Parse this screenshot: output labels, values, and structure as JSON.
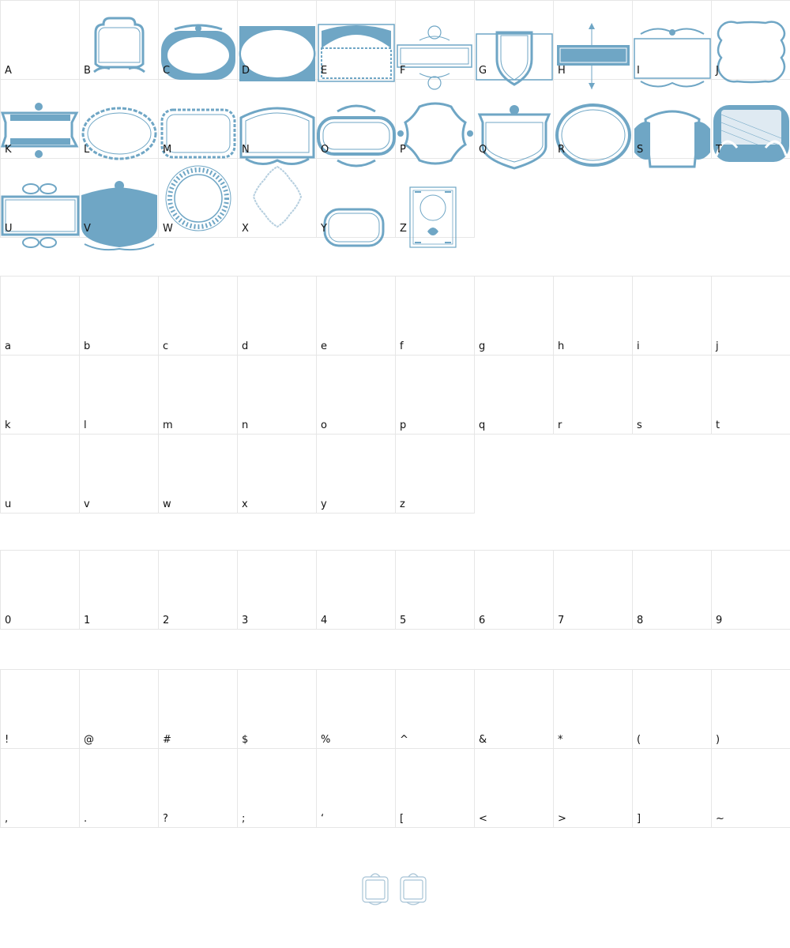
{
  "accent_color": "#6fa6c5",
  "grid_line_color": "#e6e6e6",
  "uppercase": [
    {
      "label": "A",
      "icon": "empty"
    },
    {
      "label": "B",
      "icon": "arched-panel-frame-icon"
    },
    {
      "label": "C",
      "icon": "ornate-oval-frame-icon"
    },
    {
      "label": "D",
      "icon": "oval-in-rectangle-frame-icon"
    },
    {
      "label": "E",
      "icon": "arched-ribbon-frame-icon"
    },
    {
      "label": "F",
      "icon": "wheel-crest-banner-frame-icon"
    },
    {
      "label": "G",
      "icon": "shield-frame-icon"
    },
    {
      "label": "H",
      "icon": "compass-banner-frame-icon"
    },
    {
      "label": "I",
      "icon": "scroll-top-bottom-frame-icon"
    },
    {
      "label": "J",
      "icon": "cloud-outline-frame-icon"
    },
    {
      "label": "K",
      "icon": "ornate-label-frame-icon"
    },
    {
      "label": "L",
      "icon": "filigree-oval-frame-icon"
    },
    {
      "label": "M",
      "icon": "filigree-rectangle-frame-icon"
    },
    {
      "label": "N",
      "icon": "arched-plaque-frame-icon"
    },
    {
      "label": "O",
      "icon": "rounded-ornate-frame-icon"
    },
    {
      "label": "P",
      "icon": "scalloped-frame-icon"
    },
    {
      "label": "Q",
      "icon": "crest-shield-frame-icon"
    },
    {
      "label": "R",
      "icon": "round-oval-frame-icon"
    },
    {
      "label": "S",
      "icon": "ribbon-swirl-frame-icon"
    },
    {
      "label": "T",
      "icon": "hatched-scroll-frame-icon"
    },
    {
      "label": "U",
      "icon": "swirl-banner-frame-icon"
    },
    {
      "label": "V",
      "icon": "solid-crest-frame-icon"
    },
    {
      "label": "W",
      "icon": "beaded-circle-frame-icon"
    },
    {
      "label": "X",
      "icon": "lacy-diamond-frame-icon"
    },
    {
      "label": "Y",
      "icon": "double-rounded-frame-icon"
    },
    {
      "label": "Z",
      "icon": "card-frame-icon"
    }
  ],
  "lowercase": [
    "a",
    "b",
    "c",
    "d",
    "e",
    "f",
    "g",
    "h",
    "i",
    "j",
    "k",
    "l",
    "m",
    "n",
    "o",
    "p",
    "q",
    "r",
    "s",
    "t",
    "u",
    "v",
    "w",
    "x",
    "y",
    "z"
  ],
  "digits": [
    "0",
    "1",
    "2",
    "3",
    "4",
    "5",
    "6",
    "7",
    "8",
    "9"
  ],
  "symbols": [
    "!",
    "@",
    "#",
    "$",
    "%",
    "^",
    "&",
    "*",
    "(",
    ")",
    ",",
    ".",
    "?",
    ";",
    "‘",
    "[",
    "<",
    ">",
    "]",
    "~"
  ],
  "preview": {
    "icon": "ornate-frame-pair-icon"
  }
}
